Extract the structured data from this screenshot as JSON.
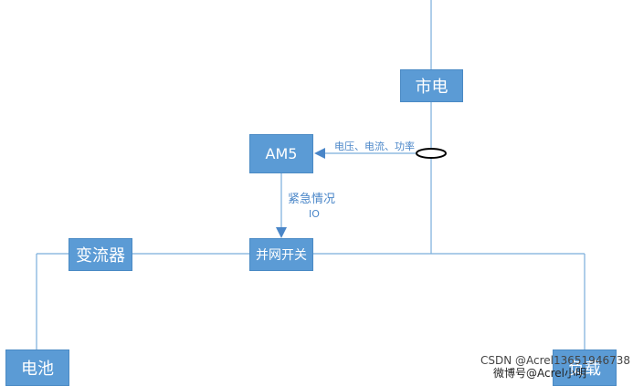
{
  "nodes": {
    "grid": "市电",
    "am5": "AM5",
    "switch": "并网开关",
    "inverter": "变流器",
    "battery": "电池",
    "load": "负载"
  },
  "labels": {
    "measure": "电压、电流、功率",
    "emergency": "紧急情况",
    "io": "IO"
  },
  "watermark": {
    "text": "CSDN @Acrel13651946738",
    "bottom": "微博号@Acrel小明"
  },
  "colors": {
    "box_fill": "#5b9bd5",
    "line": "#7aaedb",
    "arrow": "#4a86c8"
  }
}
